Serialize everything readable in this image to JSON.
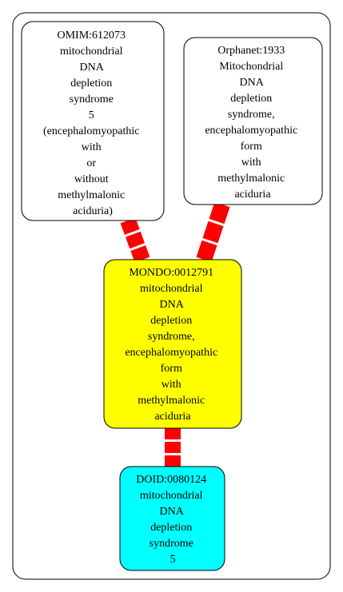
{
  "graph": {
    "nodes": [
      {
        "id": "omim",
        "lines": [
          "OMIM:612073",
          "mitochondrial",
          "DNA",
          "depletion",
          "syndrome",
          "5",
          "(encephalomyopathic",
          "with",
          "or",
          "without",
          "methylmalonic",
          "aciduria)"
        ],
        "fill": "#ffffff"
      },
      {
        "id": "orphanet",
        "lines": [
          "Orphanet:1933",
          "Mitochondrial",
          "DNA",
          "depletion",
          "syndrome,",
          "encephalomyopathic",
          "form",
          "with",
          "methylmalonic",
          "aciduria"
        ],
        "fill": "#ffffff"
      },
      {
        "id": "mondo",
        "lines": [
          "MONDO:0012791",
          "mitochondrial",
          "DNA",
          "depletion",
          "syndrome,",
          "encephalomyopathic",
          "form",
          "with",
          "methylmalonic",
          "aciduria"
        ],
        "fill": "#ffff00"
      },
      {
        "id": "doid",
        "lines": [
          "DOID:0080124",
          "mitochondrial",
          "DNA",
          "depletion",
          "syndrome",
          "5"
        ],
        "fill": "#00ffff"
      }
    ],
    "edges": [
      {
        "from": "omim",
        "to": "mondo",
        "color": "#ff0000"
      },
      {
        "from": "orphanet",
        "to": "mondo",
        "color": "#ff0000"
      },
      {
        "from": "mondo",
        "to": "doid",
        "color": "#ff0000"
      }
    ]
  }
}
